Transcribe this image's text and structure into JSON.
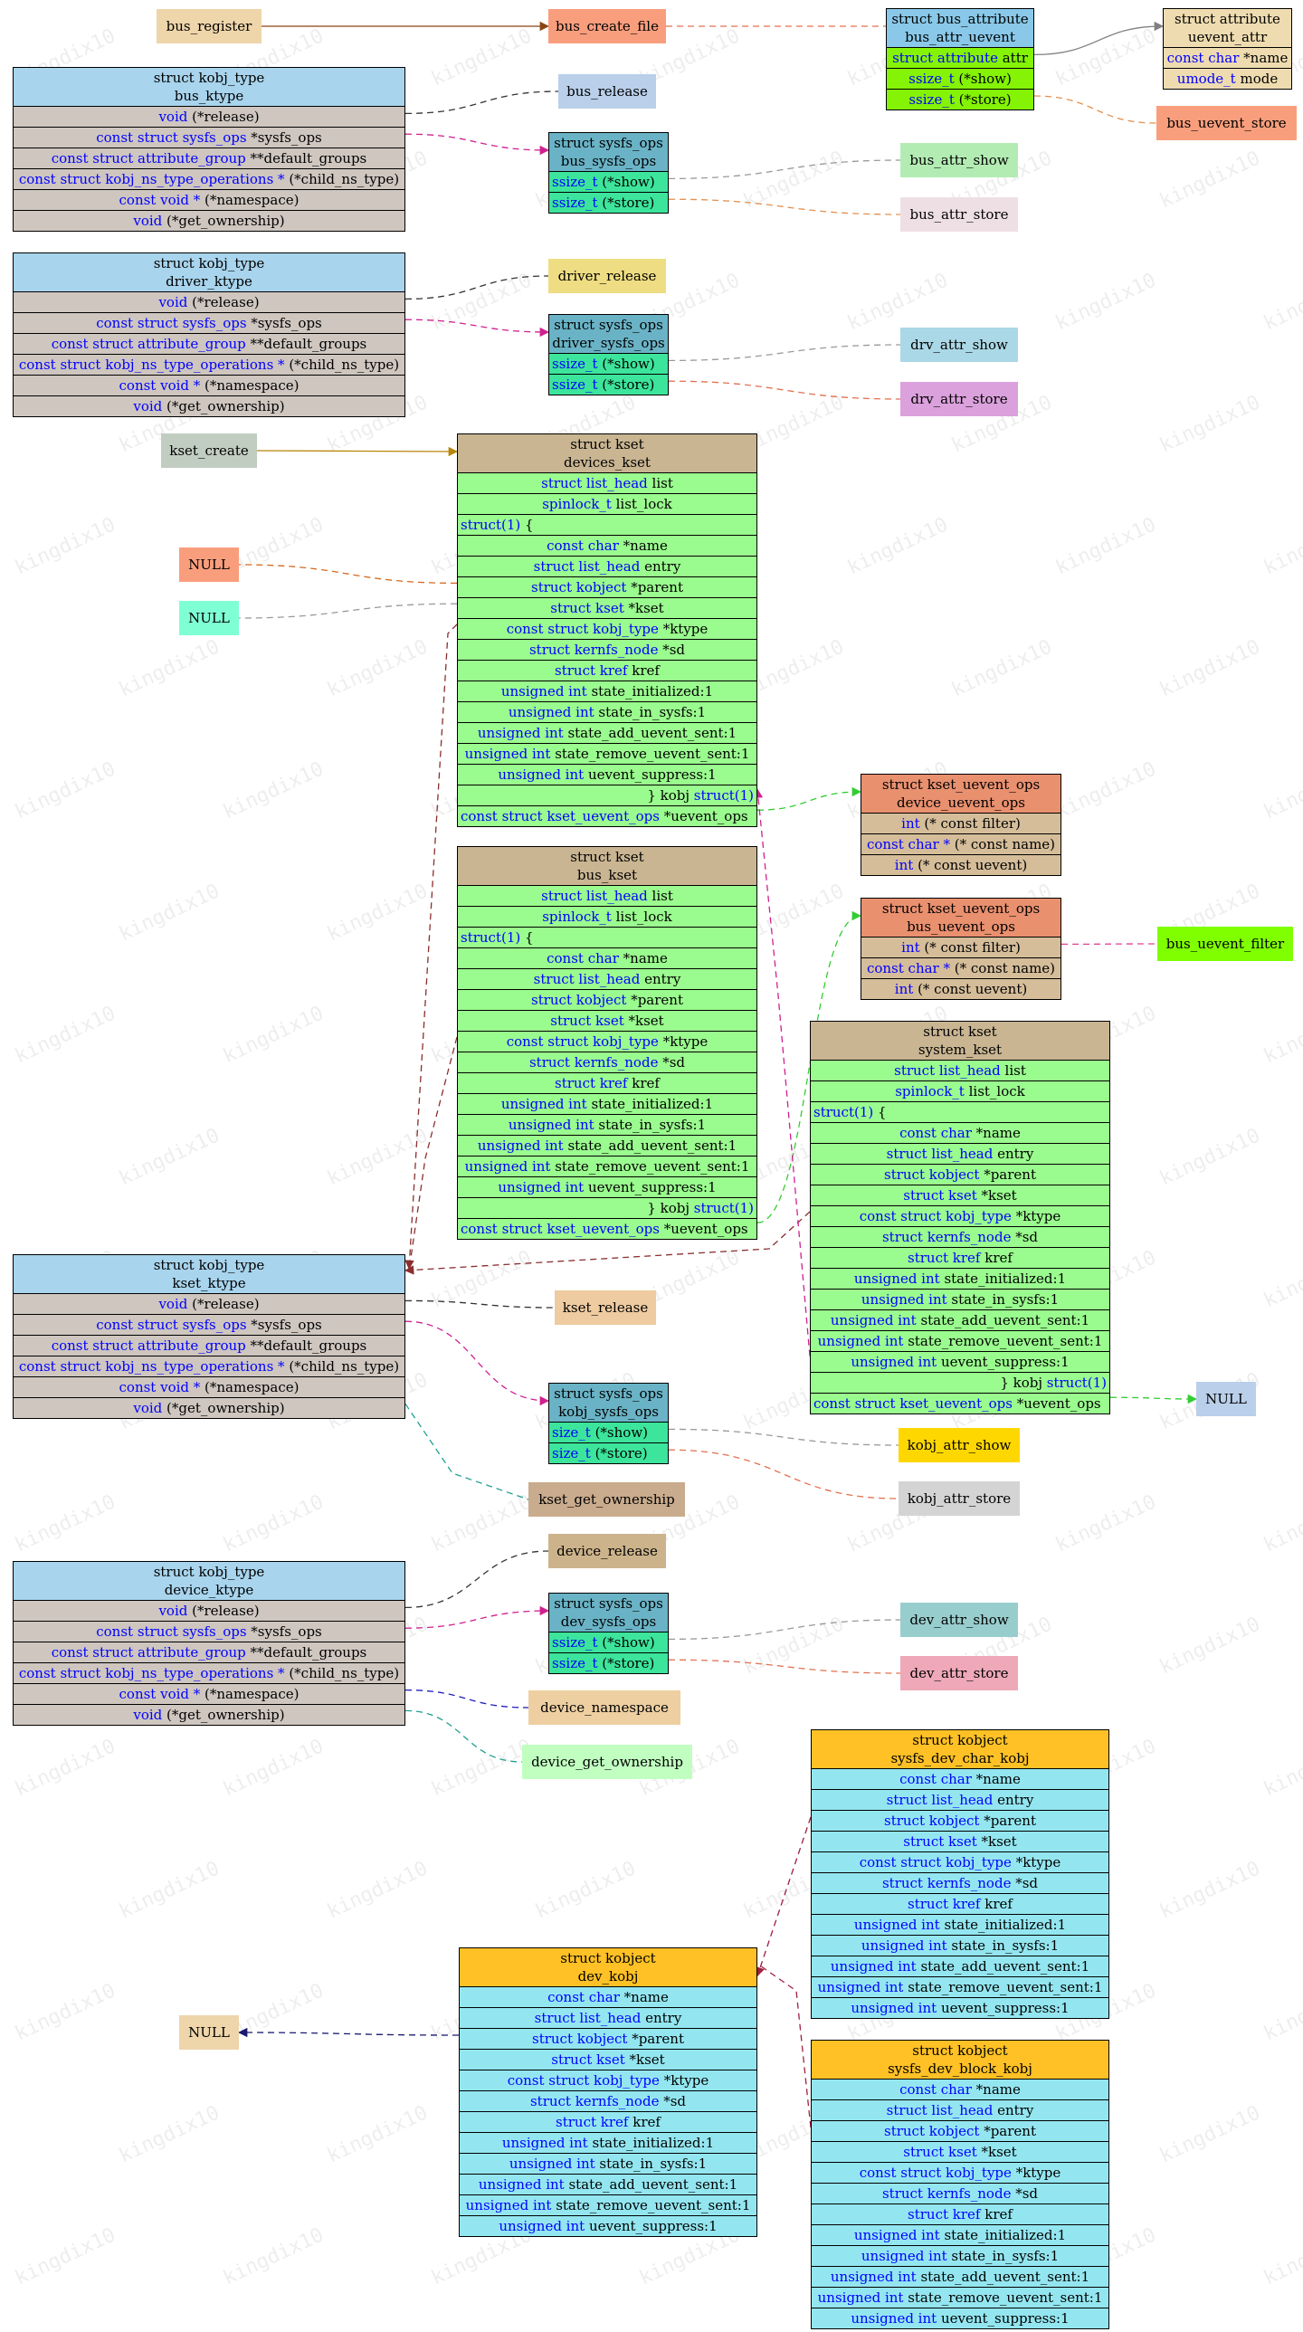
{
  "watermark": "kingdix10",
  "colors": {
    "kobj_type_hdr": "#a8d4ed",
    "kobj_type_row": "#cec6bf",
    "sysfs_ops_hdr": "#6ab3c6",
    "sysfs_ops_row": "#3ce59b",
    "kset_hdr": "#c9b592",
    "kset_row": "#9afb8e",
    "kobject_hdr": "#ffc125",
    "kobject_row": "#93e6f0",
    "uevent_ops_hdr": "#e9906f",
    "uevent_ops_row": "#d5bd9a",
    "bus_attr_hdr": "#89c8e8",
    "bus_attr_row": "#84f306",
    "attribute_box": "#eedcb0",
    "keyword": "#0000ff"
  },
  "struct_nodes": [
    {
      "id": "bus_ktype",
      "title": [
        "struct kobj_type",
        "bus_ktype"
      ],
      "hdr": "kobj_type_hdr",
      "row": "kobj_type_row",
      "rows": [
        "<k>void</k> (*release)",
        "<k>const struct sysfs_ops</k> *sysfs_ops",
        "<k>const struct attribute_group</k> **default_groups",
        "<k>const struct kobj_ns_type_operations *</k> (*child_ns_type)",
        "<k>const void *</k> (*namespace)",
        "<k>void</k> (*get_ownership)"
      ]
    },
    {
      "id": "driver_ktype",
      "title": [
        "struct kobj_type",
        "driver_ktype"
      ],
      "hdr": "kobj_type_hdr",
      "row": "kobj_type_row",
      "rows": [
        "<k>void</k> (*release)",
        "<k>const struct sysfs_ops</k> *sysfs_ops",
        "<k>const struct attribute_group</k> **default_groups",
        "<k>const struct kobj_ns_type_operations *</k> (*child_ns_type)",
        "<k>const void *</k> (*namespace)",
        "<k>void</k> (*get_ownership)"
      ]
    },
    {
      "id": "kset_ktype",
      "title": [
        "struct kobj_type",
        "kset_ktype"
      ],
      "hdr": "kobj_type_hdr",
      "row": "kobj_type_row",
      "rows": [
        "<k>void</k> (*release)",
        "<k>const struct sysfs_ops</k> *sysfs_ops",
        "<k>const struct attribute_group</k> **default_groups",
        "<k>const struct kobj_ns_type_operations *</k> (*child_ns_type)",
        "<k>const void *</k> (*namespace)",
        "<k>void</k> (*get_ownership)"
      ]
    },
    {
      "id": "device_ktype",
      "title": [
        "struct kobj_type",
        "device_ktype"
      ],
      "hdr": "kobj_type_hdr",
      "row": "kobj_type_row",
      "rows": [
        "<k>void</k> (*release)",
        "<k>const struct sysfs_ops</k> *sysfs_ops",
        "<k>const struct attribute_group</k> **default_groups",
        "<k>const struct kobj_ns_type_operations *</k> (*child_ns_type)",
        "<k>const void *</k> (*namespace)",
        "<k>void</k> (*get_ownership)"
      ]
    },
    {
      "id": "bus_sysfs_ops",
      "title": [
        "struct sysfs_ops",
        "bus_sysfs_ops"
      ],
      "hdr": "sysfs_ops_hdr",
      "row": "sysfs_ops_row",
      "align": "l",
      "rows": [
        "<k>ssize_t</k> (*show)",
        "<k>ssize_t</k> (*store)"
      ]
    },
    {
      "id": "driver_sysfs_ops",
      "title": [
        "struct sysfs_ops",
        "driver_sysfs_ops"
      ],
      "hdr": "sysfs_ops_hdr",
      "row": "sysfs_ops_row",
      "align": "l",
      "rows": [
        "<k>ssize_t</k> (*show)",
        "<k>ssize_t</k> (*store)"
      ]
    },
    {
      "id": "kobj_sysfs_ops",
      "title": [
        "struct sysfs_ops",
        "kobj_sysfs_ops"
      ],
      "hdr": "sysfs_ops_hdr",
      "row": "sysfs_ops_row",
      "align": "l",
      "rows": [
        "<k>size_t</k> (*show)",
        "<k>size_t</k> (*store)"
      ]
    },
    {
      "id": "dev_sysfs_ops",
      "title": [
        "struct sysfs_ops",
        "dev_sysfs_ops"
      ],
      "hdr": "sysfs_ops_hdr",
      "row": "sysfs_ops_row",
      "align": "l",
      "rows": [
        "<k>ssize_t</k> (*show)",
        "<k>ssize_t</k> (*store)"
      ]
    },
    {
      "id": "bus_attr_uevent",
      "title": [
        "struct bus_attribute",
        "bus_attr_uevent"
      ],
      "hdr": "bus_attr_hdr",
      "row": "bus_attr_row",
      "rows": [
        "<k>struct attribute</k> attr",
        "<k>ssize_t</k> (*show)",
        "<k>ssize_t</k> (*store)"
      ]
    },
    {
      "id": "uevent_attr",
      "title": [
        "struct attribute",
        "uevent_attr"
      ],
      "hdr": "attribute_box",
      "row": "attribute_box",
      "rows": [
        "<k>const char</k> *name",
        "<k>umode_t</k> mode"
      ]
    },
    {
      "id": "devices_kset",
      "title": [
        "struct kset",
        "devices_kset"
      ],
      "hdr": "kset_hdr",
      "row": "kset_row",
      "kset": true,
      "rows": [
        "<k>struct list_head</k> list",
        "<k>spinlock_t</k> list_lock",
        "<k>struct(1)</k> {",
        "<k>const char</k> *name",
        "<k>struct list_head</k> entry",
        "<k>struct kobject</k> *parent",
        "<k>struct kset</k> *kset",
        "<k>const struct kobj_type</k> *ktype",
        "<k>struct kernfs_node</k> *sd",
        "<k>struct kref</k> kref",
        "<k>unsigned int</k> state_initialized:1",
        "<k>unsigned int</k> state_in_sysfs:1",
        "<k>unsigned int</k> state_add_uevent_sent:1",
        "<k>unsigned int</k> state_remove_uevent_sent:1",
        "<k>unsigned int</k> uevent_suppress:1",
        "} kobj <k>struct(1)</k>",
        "<k>const struct kset_uevent_ops</k> *uevent_ops"
      ]
    },
    {
      "id": "bus_kset",
      "title": [
        "struct kset",
        "bus_kset"
      ],
      "hdr": "kset_hdr",
      "row": "kset_row",
      "kset": true,
      "rows": [
        "<k>struct list_head</k> list",
        "<k>spinlock_t</k> list_lock",
        "<k>struct(1)</k> {",
        "<k>const char</k> *name",
        "<k>struct list_head</k> entry",
        "<k>struct kobject</k> *parent",
        "<k>struct kset</k> *kset",
        "<k>const struct kobj_type</k> *ktype",
        "<k>struct kernfs_node</k> *sd",
        "<k>struct kref</k> kref",
        "<k>unsigned int</k> state_initialized:1",
        "<k>unsigned int</k> state_in_sysfs:1",
        "<k>unsigned int</k> state_add_uevent_sent:1",
        "<k>unsigned int</k> state_remove_uevent_sent:1",
        "<k>unsigned int</k> uevent_suppress:1",
        "} kobj <k>struct(1)</k>",
        "<k>const struct kset_uevent_ops</k> *uevent_ops"
      ]
    },
    {
      "id": "system_kset",
      "title": [
        "struct kset",
        "system_kset"
      ],
      "hdr": "kset_hdr",
      "row": "kset_row",
      "kset": true,
      "rows": [
        "<k>struct list_head</k> list",
        "<k>spinlock_t</k> list_lock",
        "<k>struct(1)</k> {",
        "<k>const char</k> *name",
        "<k>struct list_head</k> entry",
        "<k>struct kobject</k> *parent",
        "<k>struct kset</k> *kset",
        "<k>const struct kobj_type</k> *ktype",
        "<k>struct kernfs_node</k> *sd",
        "<k>struct kref</k> kref",
        "<k>unsigned int</k> state_initialized:1",
        "<k>unsigned int</k> state_in_sysfs:1",
        "<k>unsigned int</k> state_add_uevent_sent:1",
        "<k>unsigned int</k> state_remove_uevent_sent:1",
        "<k>unsigned int</k> uevent_suppress:1",
        "} kobj <k>struct(1)</k>",
        "<k>const struct kset_uevent_ops</k> *uevent_ops"
      ]
    },
    {
      "id": "device_uevent_ops",
      "title": [
        "struct kset_uevent_ops",
        "device_uevent_ops"
      ],
      "hdr": "uevent_ops_hdr",
      "row": "uevent_ops_row",
      "rows": [
        "<k>int</k> (* const filter)",
        "<k>const char *</k> (* const name)",
        "<k>int</k> (* const uevent)"
      ]
    },
    {
      "id": "bus_uevent_ops",
      "title": [
        "struct kset_uevent_ops",
        "bus_uevent_ops"
      ],
      "hdr": "uevent_ops_hdr",
      "row": "uevent_ops_row",
      "rows": [
        "<k>int</k> (* const filter)",
        "<k>const char *</k> (* const name)",
        "<k>int</k> (* const uevent)"
      ]
    },
    {
      "id": "dev_kobj",
      "title": [
        "struct kobject",
        "dev_kobj"
      ],
      "hdr": "kobject_hdr",
      "row": "kobject_row",
      "rows": [
        "<k>const char</k> *name",
        "<k>struct list_head</k> entry",
        "<k>struct kobject</k> *parent",
        "<k>struct kset</k> *kset",
        "<k>const struct kobj_type</k> *ktype",
        "<k>struct kernfs_node</k> *sd",
        "<k>struct kref</k> kref",
        "<k>unsigned int</k> state_initialized:1",
        "<k>unsigned int</k> state_in_sysfs:1",
        "<k>unsigned int</k> state_add_uevent_sent:1",
        "<k>unsigned int</k> state_remove_uevent_sent:1",
        "<k>unsigned int</k> uevent_suppress:1"
      ]
    },
    {
      "id": "sysfs_dev_char_kobj",
      "title": [
        "struct kobject",
        "sysfs_dev_char_kobj"
      ],
      "hdr": "kobject_hdr",
      "row": "kobject_row",
      "rows": [
        "<k>const char</k> *name",
        "<k>struct list_head</k> entry",
        "<k>struct kobject</k> *parent",
        "<k>struct kset</k> *kset",
        "<k>const struct kobj_type</k> *ktype",
        "<k>struct kernfs_node</k> *sd",
        "<k>struct kref</k> kref",
        "<k>unsigned int</k> state_initialized:1",
        "<k>unsigned int</k> state_in_sysfs:1",
        "<k>unsigned int</k> state_add_uevent_sent:1",
        "<k>unsigned int</k> state_remove_uevent_sent:1",
        "<k>unsigned int</k> uevent_suppress:1"
      ]
    },
    {
      "id": "sysfs_dev_block_kobj",
      "title": [
        "struct kobject",
        "sysfs_dev_block_kobj"
      ],
      "hdr": "kobject_hdr",
      "row": "kobject_row",
      "rows": [
        "<k>const char</k> *name",
        "<k>struct list_head</k> entry",
        "<k>struct kobject</k> *parent",
        "<k>struct kset</k> *kset",
        "<k>const struct kobj_type</k> *ktype",
        "<k>struct kernfs_node</k> *sd",
        "<k>struct kref</k> kref",
        "<k>unsigned int</k> state_initialized:1",
        "<k>unsigned int</k> state_in_sysfs:1",
        "<k>unsigned int</k> state_add_uevent_sent:1",
        "<k>unsigned int</k> state_remove_uevent_sent:1",
        "<k>unsigned int</k> uevent_suppress:1"
      ]
    }
  ],
  "plain_nodes": [
    {
      "id": "bus_register",
      "label": "bus_register",
      "color": "#eed5aa"
    },
    {
      "id": "bus_create_file",
      "label": "bus_create_file",
      "color": "#f99e7d"
    },
    {
      "id": "bus_uevent_store",
      "label": "bus_uevent_store",
      "color": "#f99e7d"
    },
    {
      "id": "bus_release",
      "label": "bus_release",
      "color": "#b9cfea"
    },
    {
      "id": "bus_attr_show",
      "label": "bus_attr_show",
      "color": "#b3ecb3"
    },
    {
      "id": "bus_attr_store",
      "label": "bus_attr_store",
      "color": "#eedfe4"
    },
    {
      "id": "driver_release",
      "label": "driver_release",
      "color": "#eedd82"
    },
    {
      "id": "drv_attr_show",
      "label": "drv_attr_show",
      "color": "#abd8e6"
    },
    {
      "id": "drv_attr_store",
      "label": "drv_attr_store",
      "color": "#dba1dc"
    },
    {
      "id": "kset_create",
      "label": "kset_create",
      "color": "#c1cdc1"
    },
    {
      "id": "null1",
      "label": "NULL",
      "color": "#f99e7d"
    },
    {
      "id": "null2",
      "label": "NULL",
      "color": "#7fffd4"
    },
    {
      "id": "bus_uevent_filter",
      "label": "bus_uevent_filter",
      "color": "#7fff00"
    },
    {
      "id": "null3",
      "label": "NULL",
      "color": "#b9cfea"
    },
    {
      "id": "kset_release",
      "label": "kset_release",
      "color": "#eecba0"
    },
    {
      "id": "kobj_attr_show",
      "label": "kobj_attr_show",
      "color": "#ffd700"
    },
    {
      "id": "kobj_attr_store",
      "label": "kobj_attr_store",
      "color": "#d4d4d4"
    },
    {
      "id": "kset_get_ownership",
      "label": "kset_get_ownership",
      "color": "#c9ab8d"
    },
    {
      "id": "device_release",
      "label": "device_release",
      "color": "#cdb38b"
    },
    {
      "id": "dev_attr_show",
      "label": "dev_attr_show",
      "color": "#98cdcd"
    },
    {
      "id": "dev_attr_store",
      "label": "dev_attr_store",
      "color": "#eea8b8"
    },
    {
      "id": "device_namespace",
      "label": "device_namespace",
      "color": "#eecfa1"
    },
    {
      "id": "device_get_ownership",
      "label": "device_get_ownership",
      "color": "#c1ffc1"
    },
    {
      "id": "null4",
      "label": "NULL",
      "color": "#eed5aa"
    }
  ]
}
